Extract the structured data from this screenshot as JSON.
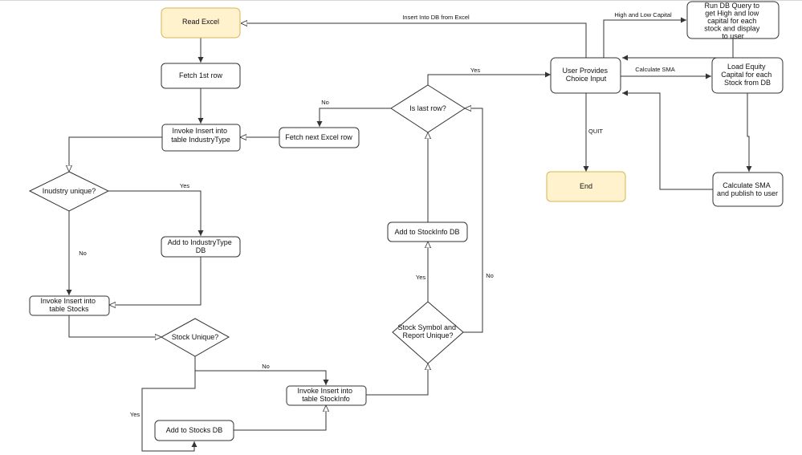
{
  "colors": {
    "terminal_fill": "#fff2cc",
    "terminal_stroke": "#d6b656",
    "stroke": "#333333"
  },
  "nodes": {
    "read_excel": [
      "Read Excel"
    ],
    "fetch_first": [
      "Fetch 1st row"
    ],
    "insert_industry": [
      "Invoke Insert into",
      "table IndustryType"
    ],
    "fetch_next": [
      "Fetch next Excel row"
    ],
    "is_last_row": [
      "Is last row?"
    ],
    "industry_unique": [
      "Inudstry unique?"
    ],
    "add_industry": [
      "Add to IndustryType",
      "DB"
    ],
    "insert_stocks": [
      "Invoke Insert into",
      "table Stocks"
    ],
    "stock_unique": [
      "Stock Unique?"
    ],
    "insert_stockinfo": [
      "Invoke Insert into",
      "table StockInfo"
    ],
    "add_stocks": [
      "Add to Stocks DB"
    ],
    "add_stockinfo": [
      "Add to StockInfo DB"
    ],
    "symbol_unique": [
      "Stock Symbol and",
      "Report Unique?"
    ],
    "user_choice": [
      "User Provides",
      "Choice Input"
    ],
    "end": [
      "End"
    ],
    "run_query": [
      "Run DB Query to",
      "get High and low",
      "capital for each",
      "stock and display",
      "to user"
    ],
    "load_equity": [
      "Load Equity",
      "Capital for each",
      "Stock from DB"
    ],
    "calc_sma": [
      "Calculate SMA",
      "and publish to user"
    ]
  },
  "edge_labels": {
    "insert_db_excel": "Insert Into DB from Excel",
    "high_low": "High and Low Capital",
    "calc_sma": "Calculate SMA",
    "quit": "QUIT",
    "last_yes": "Yes",
    "last_no": "No",
    "industry_yes": "Yes",
    "industry_no": "No",
    "stock_no": "No",
    "stock_yes": "Yes",
    "symbol_yes": "Yes",
    "symbol_no": "No"
  }
}
